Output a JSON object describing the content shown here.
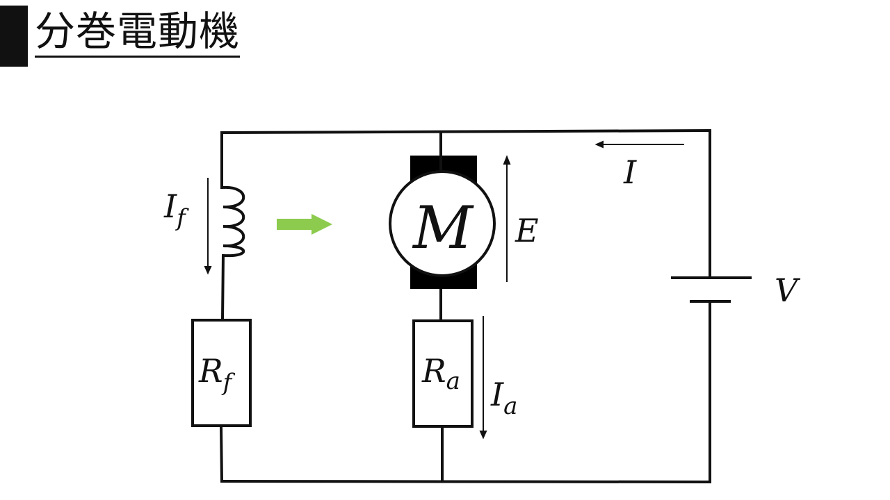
{
  "title": "分巻電動機",
  "colors": {
    "line": "#111111",
    "flux_arrow": "#8CCB4E",
    "brush": "#000000"
  },
  "diagram": {
    "type": "circuit",
    "description": "DC shunt motor equivalent circuit",
    "components": {
      "field_coil": {
        "label": "I",
        "subscript": "f",
        "kind": "inductor"
      },
      "field_resistor": {
        "label": "R",
        "subscript": "f",
        "kind": "resistor"
      },
      "motor": {
        "label": "M",
        "kind": "motor"
      },
      "back_emf": {
        "label": "E",
        "direction": "up"
      },
      "armature_resistor": {
        "label": "R",
        "subscript": "a",
        "kind": "resistor"
      },
      "armature_current": {
        "label": "I",
        "subscript": "a",
        "direction": "down"
      },
      "line_current": {
        "label": "I",
        "direction": "left"
      },
      "source": {
        "label": "V",
        "kind": "battery"
      },
      "field_current": {
        "direction": "down"
      },
      "flux_arrow": {
        "direction": "right"
      }
    }
  }
}
